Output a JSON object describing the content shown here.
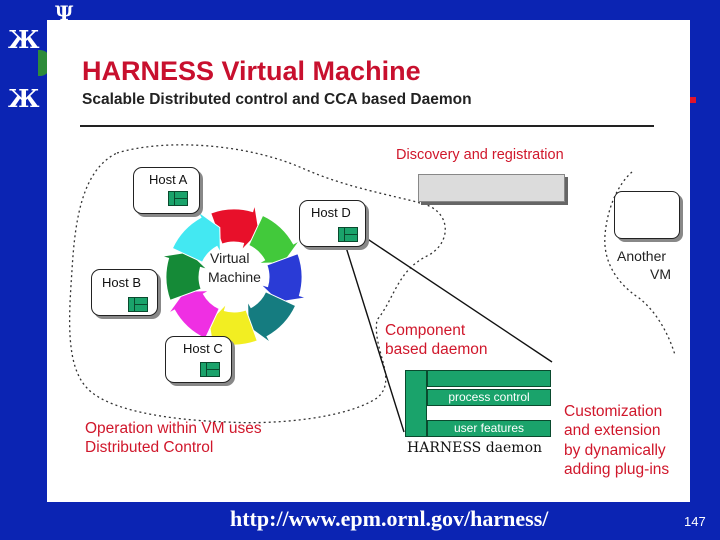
{
  "slide": {
    "title": "HARNESS Virtual Machine",
    "subtitle": "Scalable Distributed control and CCA based Daemon"
  },
  "diagram": {
    "discovery_label": "Discovery and registration",
    "hosts": [
      {
        "label": "Host A"
      },
      {
        "label": "Host B"
      },
      {
        "label": "Host C"
      },
      {
        "label": "Host D"
      }
    ],
    "ring_label_line1": "Virtual",
    "ring_label_line2": "Machine",
    "ring_colors": [
      "#e8102a",
      "#42c93b",
      "#2a3bd6",
      "#157c80",
      "#f2ee22",
      "#ef2fe3",
      "#158a37",
      "#43e8f2"
    ],
    "another_vm_line1": "Another",
    "another_vm_line2": "VM",
    "component_line1": "Component",
    "component_line2": "based daemon",
    "daemon_rows": [
      "process control",
      "user features"
    ],
    "daemon_label": "HARNESS daemon",
    "operation_line1": "Operation within VM uses",
    "operation_line2": "Distributed Control",
    "custom_lines": [
      "Customization",
      "and extension",
      "by dynamically",
      "adding plug-ins"
    ]
  },
  "footer": {
    "url": "http://www.epm.ornl.gov/harness/",
    "page_number": "147"
  },
  "colors": {
    "background": "#0b24b3",
    "title": "#c8102e",
    "accent_red": "#d0172b",
    "daemon_green": "#1aa36b"
  }
}
